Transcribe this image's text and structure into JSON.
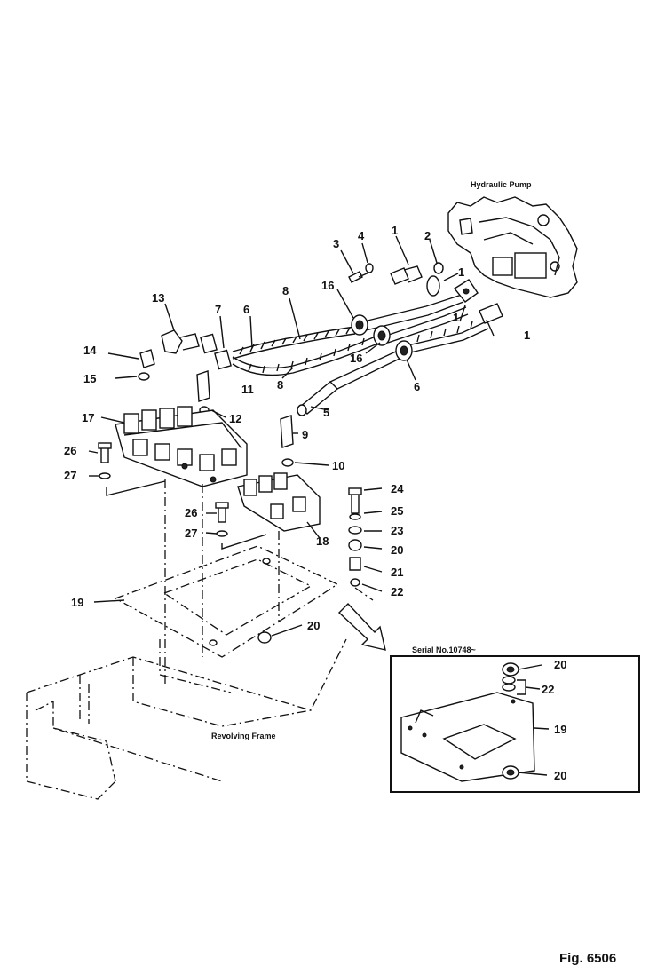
{
  "figure": {
    "label": "Fig. 6506",
    "pump_label": "Hydraulic Pump",
    "frame_label": "Revolving Frame",
    "inset_label": "Serial No.10748~"
  },
  "callouts": {
    "c1a": "1",
    "c1b": "1",
    "c1c": "1",
    "c1d": "1",
    "c2": "2",
    "c3": "3",
    "c4": "4",
    "c5": "5",
    "c6a": "6",
    "c6b": "6",
    "c7": "7",
    "c8a": "8",
    "c8b": "8",
    "c9": "9",
    "c10": "10",
    "c11": "11",
    "c12": "12",
    "c13": "13",
    "c14": "14",
    "c15": "15",
    "c16a": "16",
    "c16b": "16",
    "c17": "17",
    "c18": "18",
    "c19": "19",
    "c20a": "20",
    "c20b": "20",
    "c21": "21",
    "c22": "22",
    "c23": "23",
    "c24": "24",
    "c25": "25",
    "c26a": "26",
    "c26b": "26",
    "c27a": "27",
    "c27b": "27",
    "i20a": "20",
    "i22": "22",
    "i19": "19",
    "i20b": "20"
  }
}
